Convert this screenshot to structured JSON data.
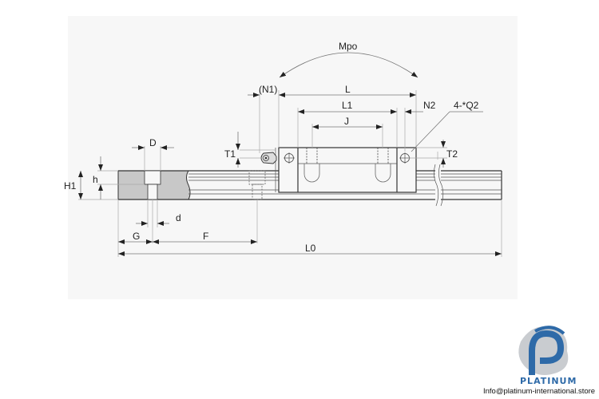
{
  "drawing": {
    "title": "Linear guide block and rail dimension drawing",
    "labels": {
      "mpo": "Mpo",
      "n1": "(N1)",
      "l": "L",
      "l1": "L1",
      "j": "J",
      "n2": "N2",
      "q2": "4-*Q2",
      "t1": "T1",
      "t2": "T2",
      "d_upper": "D",
      "h": "h",
      "h1": "H1",
      "d_lower": "d",
      "g": "G",
      "f": "F",
      "l0": "L0"
    }
  },
  "logo": {
    "brand": "PLATINUM",
    "email": "Info@platinum-international.store",
    "colors": {
      "primary": "#2e6aa8",
      "secondary": "#c9ccd0"
    }
  }
}
